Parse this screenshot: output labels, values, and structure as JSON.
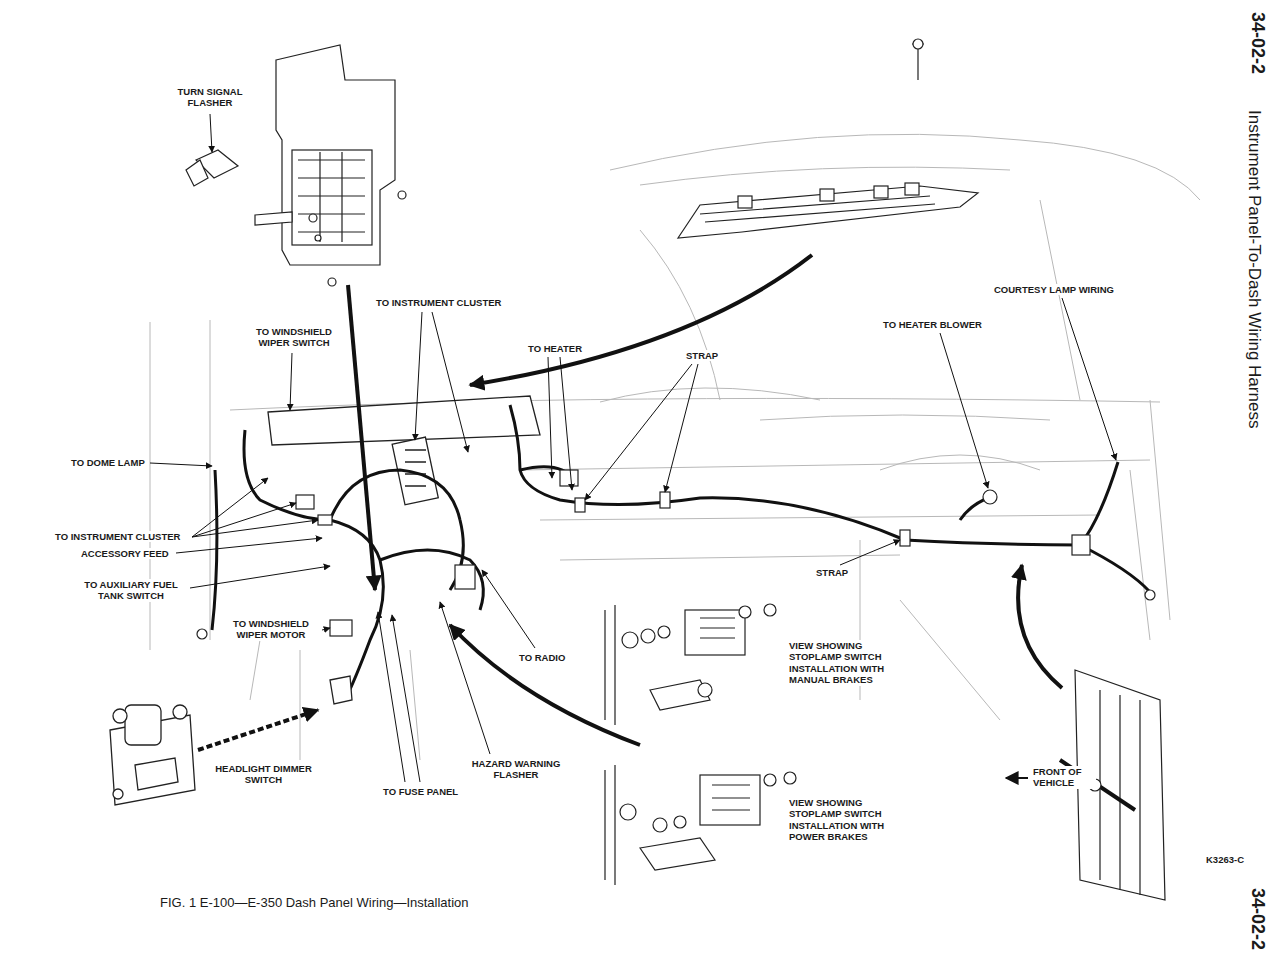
{
  "diagram": {
    "title": "Instrument Panel-To-Dash Wiring Harness",
    "caption": "FIG. 1 E-100—E-350 Dash Panel Wiring—Installation",
    "labels": [
      "34-02-2",
      "TURN SIGNAL FLASHER",
      "TO INSTRUMENT CLUSTER",
      "TO WINDSHIELD WIPER SWITCH",
      "TO HEATER",
      "STRAP",
      "COURTESY LAMP WIRING",
      "TO HEATER BLOWER",
      "TO DOME LAMP",
      "TO INSTRUMENT CLUSTER",
      "ACCESSORY FEED",
      "TO AUXILIARY FUEL TANK SWITCH",
      "STRAP",
      "TO WINDSHIELD WIPER MOTOR",
      "TO RADIO",
      "VIEW SHOWING STOPLAMP SWITCH INSTALLATION WITH MANUAL BRAKES",
      "HEADLIGHT DIMMER SWITCH",
      "TO FUSE PANEL",
      "HAZARD WARNING FLASHER",
      "FRONT OF VEHICLE",
      "VIEW SHOWING STOPLAMP SWITCH INSTALLATION WITH POWER BRAKES",
      "K3263-C",
      "34-02-2"
    ]
  }
}
